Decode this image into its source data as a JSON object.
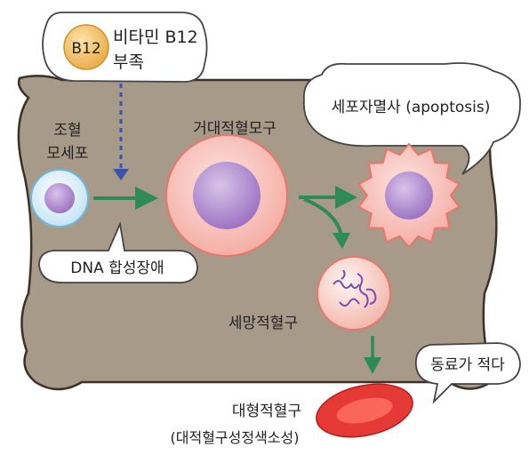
{
  "b12_badge": "B12",
  "deficiency_label": {
    "line1": "비타민 B12",
    "line2": "부족"
  },
  "stem_cell_label": {
    "line1": "조혈",
    "line2": "모세포"
  },
  "megaloblast_label": "거대적혈모구",
  "apoptosis_label": "세포자멸사 (apoptosis)",
  "dna_label": "DNA 합성장애",
  "reticulocyte_label": "세망적혈구",
  "few_label": "동료가 적다",
  "macrocyte_label": {
    "line1": "대형적혈구",
    "line2": "(대적혈구성정색소성)"
  },
  "colors": {
    "marrow": "#a79a89",
    "marrow_border": "#3b3128",
    "arrow": "#2e8b57",
    "dashed_arrow": "#3a55a5",
    "nucleus": "#a87ec9",
    "cell_pink": "#f8c5bf",
    "rbc": "#e53935",
    "badge": "#f2c06a"
  }
}
